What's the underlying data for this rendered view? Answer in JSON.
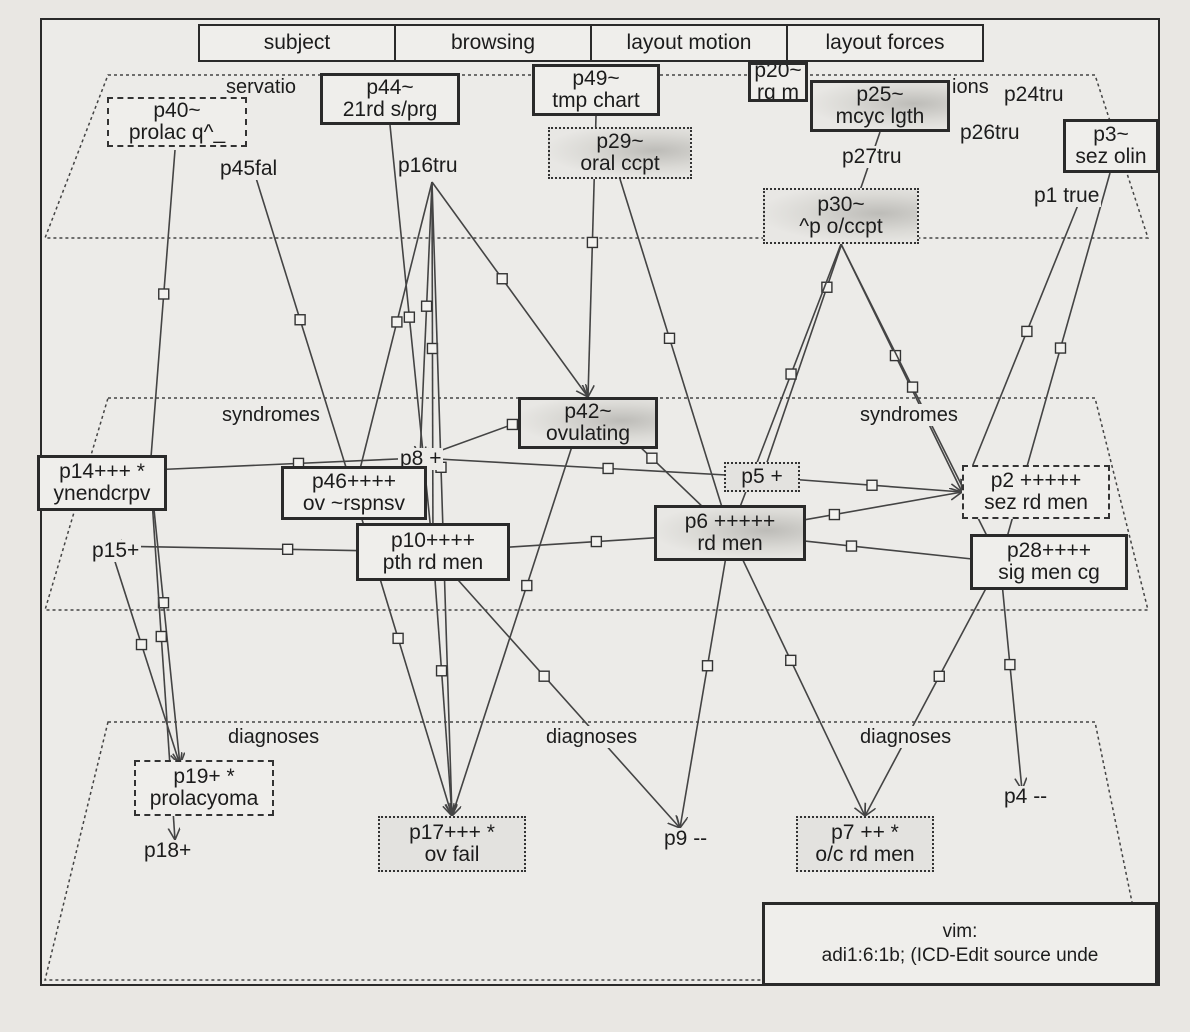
{
  "menu": {
    "subject": "subject",
    "browsing": "browsing",
    "layout_motion": "layout motion",
    "layout_forces": "layout forces"
  },
  "planes": {
    "top_left": "servatio",
    "top_right": "ions",
    "syndromes_left": "syndromes",
    "syndromes_right": "syndromes",
    "diag_left": "diagnoses",
    "diag_mid": "diagnoses",
    "diag_right": "diagnoses"
  },
  "nodes": {
    "p40": [
      "p40~",
      "prolac q^_"
    ],
    "p44": [
      "p44~",
      "21rd s/prg"
    ],
    "p49": [
      "p49~",
      "tmp chart"
    ],
    "p20": [
      "p20~",
      "rq m"
    ],
    "p25": [
      "p25~",
      "mcyc lgth"
    ],
    "p24": [
      "p24tru"
    ],
    "p26": [
      "p26tru"
    ],
    "p27": [
      "p27tru"
    ],
    "p3": [
      "p3~",
      "sez olin"
    ],
    "p16": [
      "p16tru"
    ],
    "p45": [
      "p45fal"
    ],
    "p29": [
      "p29~",
      "oral ccpt"
    ],
    "p30": [
      "p30~",
      "^p o/ccpt"
    ],
    "p1": [
      "p1 true"
    ],
    "p42": [
      "p42~",
      "ovulating"
    ],
    "p14": [
      "p14+++   *",
      "ynendcrpv"
    ],
    "p8": [
      "p8 +"
    ],
    "p46": [
      "p46++++",
      "ov ~rspnsv"
    ],
    "p5": [
      "p5 +"
    ],
    "p2": [
      "p2 +++++",
      "sez rd men"
    ],
    "p15": [
      "p15+"
    ],
    "p10": [
      "p10++++",
      "pth rd men"
    ],
    "p6": [
      "p6 +++++",
      "rd men"
    ],
    "p28": [
      "p28++++",
      "sig men cg"
    ],
    "p19": [
      "p19+       *",
      "prolacyoma"
    ],
    "p18": [
      "p18+"
    ],
    "p17": [
      "p17+++     *",
      "ov fail"
    ],
    "p9": [
      "p9 --"
    ],
    "p7": [
      "p7 ++       *",
      "o/c rd men"
    ],
    "p4": [
      "p4 --"
    ]
  },
  "status": {
    "line1": "vim:",
    "line2": "adi1:6:1b; (ICD-Edit source unde"
  }
}
